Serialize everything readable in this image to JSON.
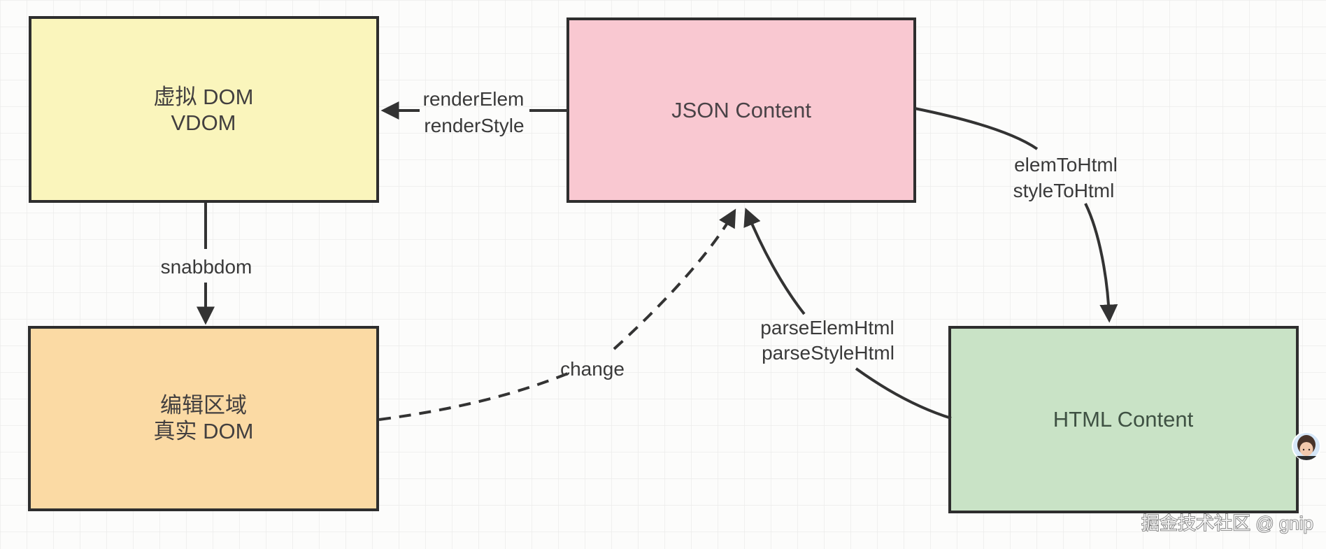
{
  "canvas": {
    "background": "#fcfcfb",
    "grid_color": "#ececeb",
    "stroke_color": "#333333"
  },
  "nodes": {
    "vdom": {
      "line1": "虚拟 DOM",
      "line2": "VDOM",
      "fill": "#faf5bc"
    },
    "json": {
      "label": "JSON Content",
      "fill": "#f9c8d1"
    },
    "editor": {
      "line1": "编辑区域",
      "line2": "真实 DOM",
      "fill": "#fbdaa4"
    },
    "html": {
      "label": "HTML Content",
      "fill": "#c9e3c6"
    }
  },
  "edges": {
    "render": {
      "line1": "renderElem",
      "line2": "renderStyle"
    },
    "snabbdom": {
      "label": "snabbdom"
    },
    "to_html": {
      "line1": "elemToHtml",
      "line2": "styleToHtml"
    },
    "parse": {
      "line1": "parseElemHtml",
      "line2": "parseStyleHtml"
    },
    "change": {
      "label": "change"
    }
  },
  "watermark": {
    "text": "掘金技术社区 @ gnip"
  }
}
